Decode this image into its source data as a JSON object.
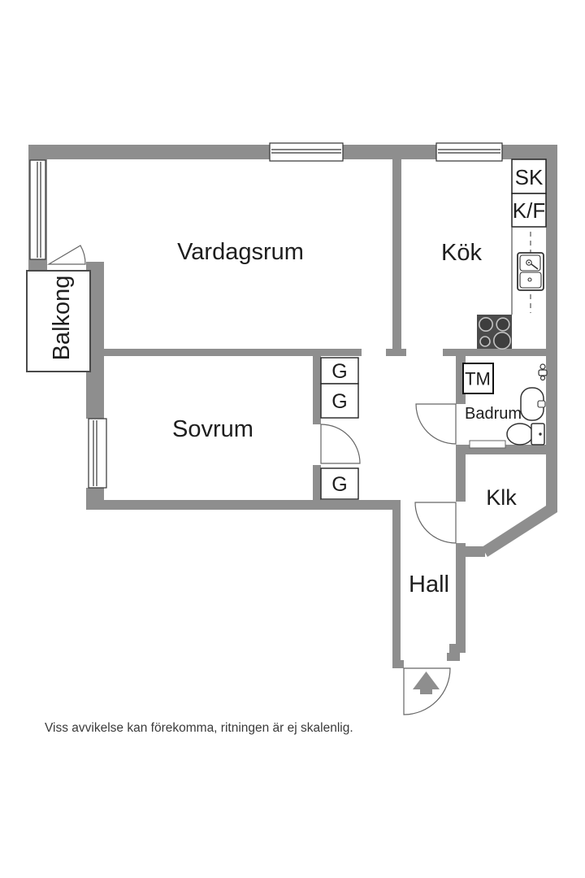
{
  "rooms": {
    "living_room": "Vardagsrum",
    "kitchen": "Kök",
    "bedroom": "Sovrum",
    "balcony": "Balkong",
    "hall": "Hall",
    "walk_in_closet": "Klk",
    "bathroom": "Badrum"
  },
  "labels": {
    "cleaning_cabinet": "SK",
    "fridge_freezer": "K/F",
    "washing_machine": "TM",
    "wardrobe": "G"
  },
  "footer": {
    "disclaimer": "Viss avvikelse kan förekomma, ritningen är ej skalenlig."
  },
  "colors": {
    "wall": "#8e8e8e",
    "floor": "#ffffff",
    "outline": "#4a4a4a",
    "thin_line": "#555555",
    "stove_body": "#4b4b4b",
    "burner_fill": "#3e3e3e",
    "burner_ring": "#c2c2c2",
    "label_text": "#1e1e1e",
    "disclaimer_text": "#3a3a3a"
  }
}
